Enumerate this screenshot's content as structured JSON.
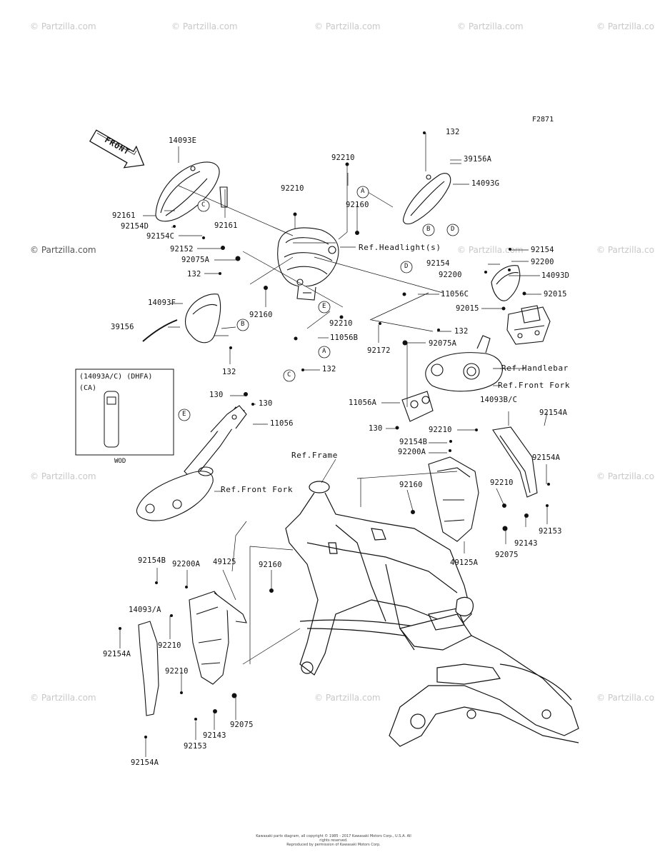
{
  "figure_code": "F2871",
  "watermark_text": "© Partzilla.com",
  "front_arrow_label": "FRONT",
  "inset": {
    "title": "(14093A/C) (DHFA)",
    "subtitle": "(CA)",
    "part_label": "WOD"
  },
  "callouts": {
    "A": "A",
    "B": "B",
    "C": "C",
    "D": "D",
    "E": "E"
  },
  "parts": {
    "p14093E": "14093E",
    "p92161_a": "92161",
    "p92161_b": "92161",
    "p92154D": "92154D",
    "p92154C": "92154C",
    "p92152": "92152",
    "p92075A_a": "92075A",
    "p132_a": "132",
    "p14093F": "14093F",
    "p39156": "39156",
    "p132_b": "132",
    "p92160_a": "92160",
    "p92210_a": "92210",
    "p92210_b": "92210",
    "p92160_b": "92160",
    "ref_headlight": "Ref.Headlight(s)",
    "p92210_c": "92210",
    "p11056B": "11056B",
    "p132_c": "132",
    "p132_d": "132",
    "p39156A": "39156A",
    "p14093G": "14093G",
    "p11056C": "11056C",
    "p132_e": "132",
    "p92172": "92172",
    "p92075A_b": "92075A",
    "p92154_a": "92154",
    "p92154_b": "92154",
    "p92200": "92200",
    "p92200_b": "92200",
    "p14093D": "14093D",
    "p92015_a": "92015",
    "p92015_b": "92015",
    "ref_handlebar": "Ref.Handlebar",
    "ref_front_fork_a": "Ref.Front Fork",
    "p11056A": "11056A",
    "p130_a": "130",
    "p130_b": "130",
    "p130_c": "130",
    "p11056": "11056",
    "ref_front_fork_b": "Ref.Front Fork",
    "ref_frame": "Ref.Frame",
    "p14093BC": "14093B/C",
    "p92154A_a": "92154A",
    "p92210_d": "92210",
    "p92154B_a": "92154B",
    "p92200A_a": "92200A",
    "p92154A_b": "92154A",
    "p92160_c": "92160",
    "p92210_e": "92210",
    "p92153_a": "92153",
    "p92143_a": "92143",
    "p92075_a": "92075",
    "p49125A": "49125A",
    "p92154B_b": "92154B",
    "p92200A_b": "92200A",
    "p49125": "49125",
    "p92160_d": "92160",
    "p14093A": "14093/A",
    "p92154A_c": "92154A",
    "p92210_f": "92210",
    "p92210_g": "92210",
    "p92154A_d": "92154A",
    "p92153_b": "92153",
    "p92143_b": "92143",
    "p92075_b": "92075"
  },
  "footer_line1": "Kawasaki parts diagram, all copyright © 1985 - 2017 Kawasaki Motors Corp., U.S.A. All rights reserved.",
  "footer_line2": "Reproduced by permission of Kawasaki Motors Corp."
}
